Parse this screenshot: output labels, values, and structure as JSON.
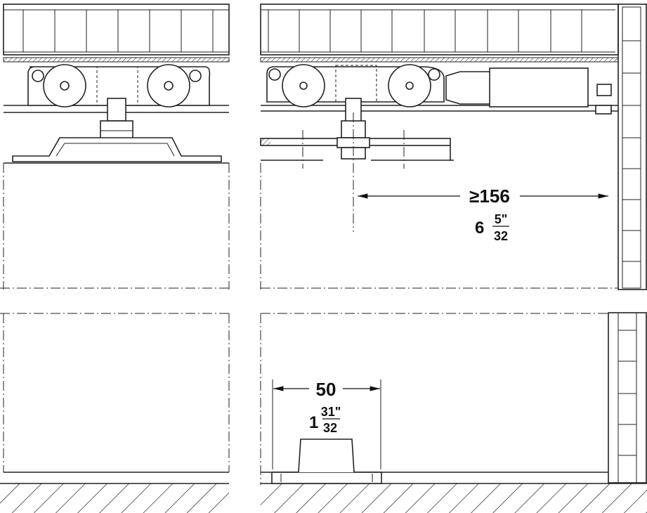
{
  "dimensions": {
    "clearance": {
      "metric": "≥156",
      "inch_whole": "6",
      "inch_num": "5\"",
      "inch_den": "32"
    },
    "guide_width": {
      "metric": "50",
      "inch_whole": "1",
      "inch_num": "31\"",
      "inch_den": "32"
    }
  }
}
